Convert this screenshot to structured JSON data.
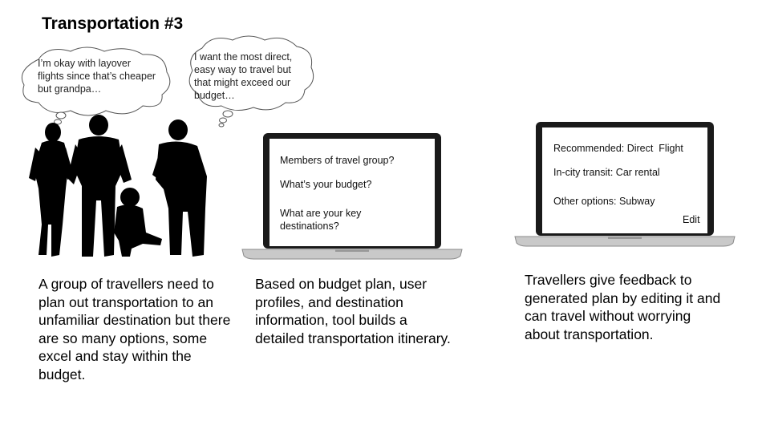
{
  "title": "Transportation #3",
  "thought_bubbles": [
    {
      "text": "I’m okay with layover flights since that’s cheaper but grandpa…"
    },
    {
      "text": "I want the most direct, easy way to travel but that might exceed our budget…"
    }
  ],
  "laptop_questions": {
    "q1": "Members of travel group?",
    "q2": "What’s your budget?",
    "q3": "What are your key destinations?"
  },
  "laptop_results": {
    "recommended": "Recommended: Direct  Flight",
    "transit": "In-city transit: Car rental",
    "other": "Other options: Subway",
    "edit": "Edit"
  },
  "captions": {
    "left": "A group of travellers need to plan out transportation to an unfamiliar destination but there are so many options, some excel and stay within the budget.",
    "middle": "Based on budget plan, user profiles, and destination information, tool builds a detailed transportation itinerary.",
    "right": "Travellers give feedback to generated plan by editing it and can travel without worrying about transportation."
  },
  "icons": [
    "thought-bubble-icon",
    "family-silhouette-icon",
    "laptop-icon"
  ]
}
